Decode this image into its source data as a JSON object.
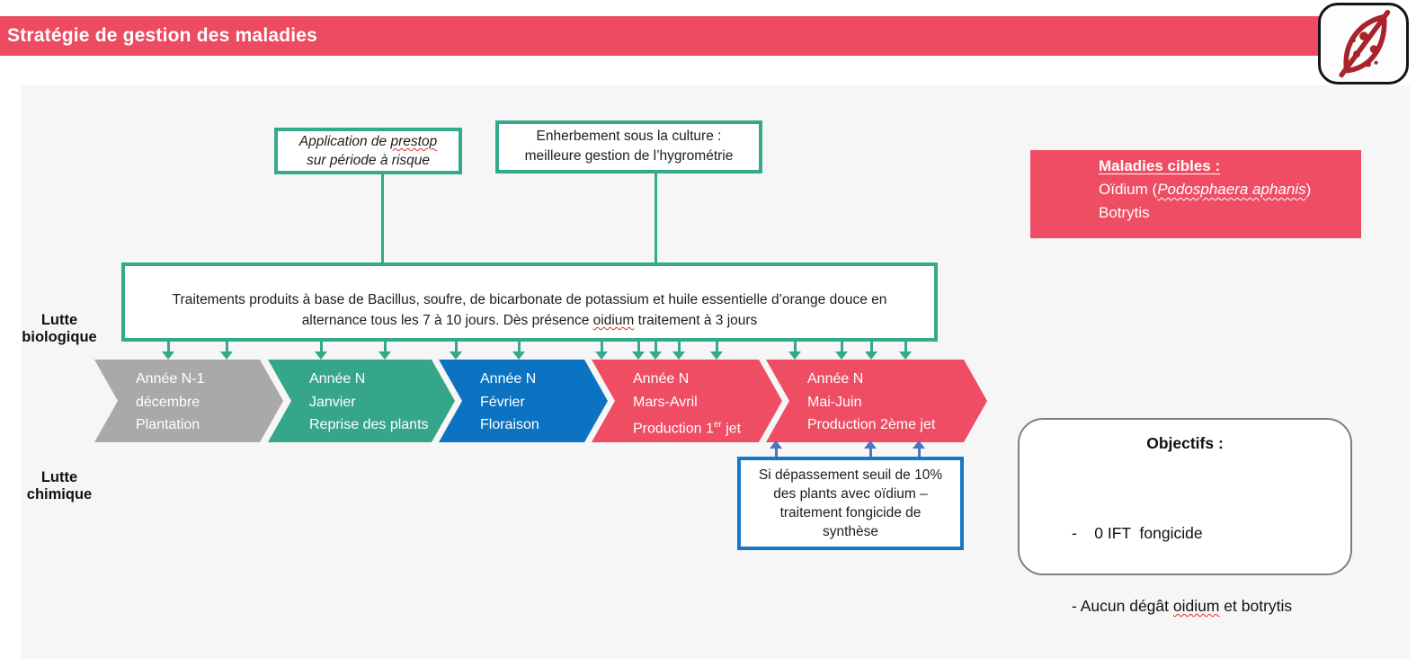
{
  "banner": {
    "title": "Stratégie de gestion des maladies"
  },
  "labels": {
    "lutte_bio_line1": "Lutte",
    "lutte_bio_line2": "biologique",
    "lutte_chim_line1": "Lutte",
    "lutte_chim_line2": "chimique"
  },
  "prestop_box": {
    "line1_prefix": "Application de ",
    "line1_word": "prestop",
    "line2": "sur période à risque"
  },
  "enherbement_box": {
    "line1": "Enherbement sous la culture :",
    "line2": "meilleure gestion de l’hygrométrie"
  },
  "maladies_box": {
    "title": "Maladies cibles :",
    "line2_prefix": "Oïdium (",
    "line2_species": "Podosphaera aphanis",
    "line2_suffix": ")",
    "line3": "Botrytis"
  },
  "traitements_box": {
    "line1": "Traitements produits à base de Bacillus, soufre, de bicarbonate de potassium et huile essentielle d’orange douce en",
    "line2_prefix": "alternance tous les 7 à 10 jours. Dès présence ",
    "line2_word": "oidium",
    "line2_suffix": " traitement à 3 jours"
  },
  "timeline": {
    "stages": [
      {
        "line1": "Année N-1",
        "line2": "décembre",
        "line3": "Plantation",
        "color": "#A9A9A9"
      },
      {
        "line1": "Année N",
        "line2": "Janvier",
        "line3": "Reprise des plants",
        "color": "#36A68B"
      },
      {
        "line1": "Année N",
        "line2": "Février",
        "line3": "Floraison",
        "color": "#0B73C2"
      },
      {
        "line1": "Année N",
        "line2": "Mars-Avril",
        "line3_prefix": "Production 1",
        "line3_sup": "er",
        "line3_suffix": " jet",
        "color": "#EF4D64"
      },
      {
        "line1": "Année N",
        "line2": "Mai-Juin",
        "line3": "Production 2ème jet",
        "color": "#EF4D64"
      }
    ]
  },
  "fongicide_box": {
    "line1": "Si dépassement seuil de 10%",
    "line2": "des plants  avec oïdium –",
    "line3": "traitement fongicide de",
    "line4": "synthèse"
  },
  "objectifs_box": {
    "title": "Objectifs :",
    "item1": "-    0 IFT  fongicide",
    "item2_prefix": "- Aucun dégât ",
    "item2_word": "oidium",
    "item2_suffix": " et botrytis"
  },
  "icons": {
    "logo": "leaf-with-spots-icon"
  },
  "colors": {
    "banner_pink": "#EC4B62",
    "chevron_pink": "#EF4D64",
    "chevron_green": "#36A68B",
    "chevron_blue": "#0B73C2",
    "chevron_gray": "#A9A9A9",
    "green_border": "#35A98C",
    "blue_border": "#1878C8",
    "blue_arrow": "#4F74BE",
    "panel_bg": "#F6F6F6",
    "logo_red": "#A8232A"
  }
}
